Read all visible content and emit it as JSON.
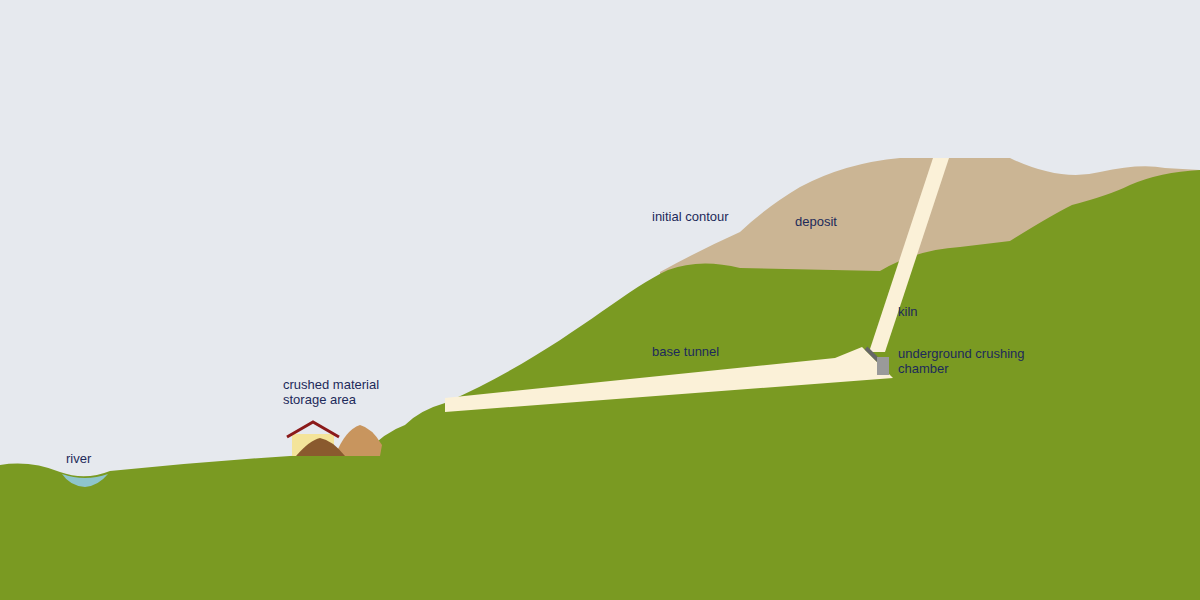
{
  "diagram": {
    "labels": [
      "initial contour",
      "deposit",
      "kiln",
      "base tunnel",
      "underground crushing chamber",
      "crushed material storage area",
      "river"
    ]
  }
}
